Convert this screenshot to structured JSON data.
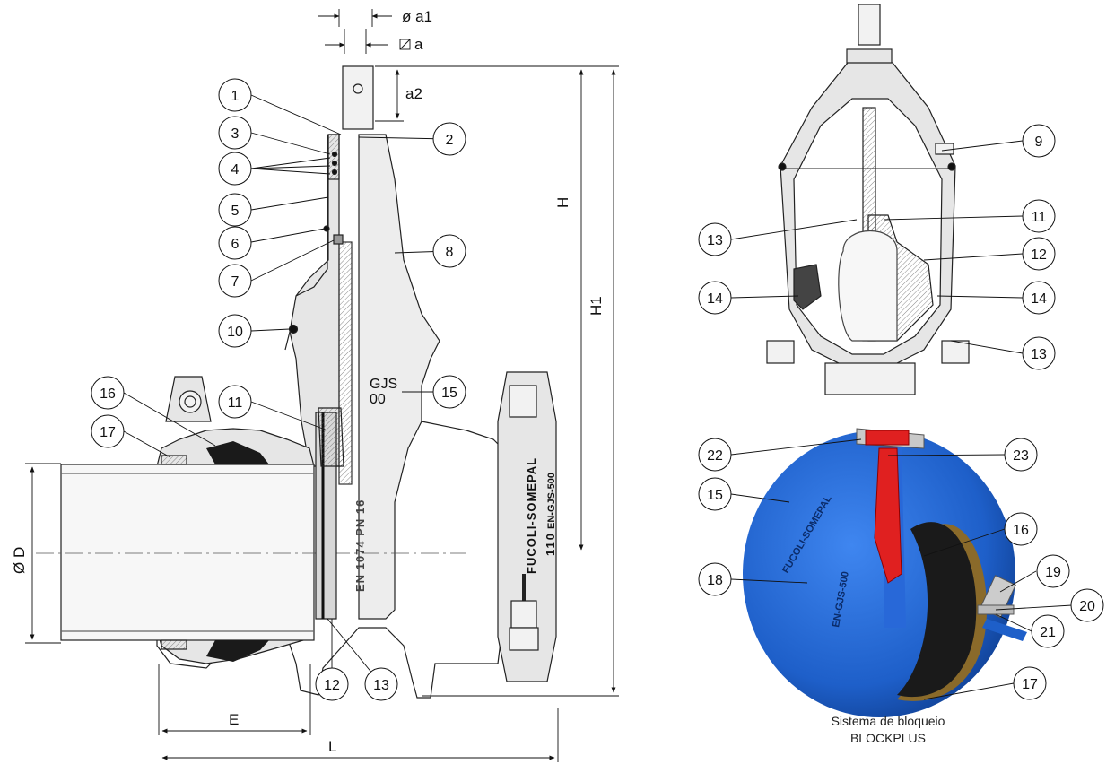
{
  "dimensions": {
    "a1": "ø a1",
    "a": "a",
    "a2": "a2",
    "H": "H",
    "H1": "H1",
    "D": "Ø D",
    "E": "E",
    "L": "L"
  },
  "casting_marks": {
    "brand": "FUCOLI-SOMEPAL",
    "dn_pn": "110",
    "standard": "EN-GJS-500",
    "material": "GJS",
    "material_grade": "00",
    "spec_vertical": "EN 1074 PN 16"
  },
  "callouts": {
    "main_view": [
      "1",
      "2",
      "3",
      "4",
      "5",
      "6",
      "7",
      "8",
      "10",
      "15",
      "11",
      "16",
      "17",
      "12",
      "13"
    ],
    "section_view": [
      "9",
      "11",
      "13",
      "12",
      "14",
      "14",
      "13"
    ],
    "coupling_view": [
      "22",
      "23",
      "15",
      "16",
      "18",
      "19",
      "20",
      "21",
      "17"
    ]
  },
  "caption": {
    "line1": "Sistema de bloqueio",
    "line2": "BLOCKPLUS"
  },
  "colors": {
    "body_fill": "#e6e6e6",
    "coupling_blue": "#1e5fc9",
    "coupling_dark_blue": "#0e3c8c",
    "wedge_red": "#e02020",
    "gasket": "#1a1a1a",
    "grip_ring": "#8a6a2a"
  }
}
